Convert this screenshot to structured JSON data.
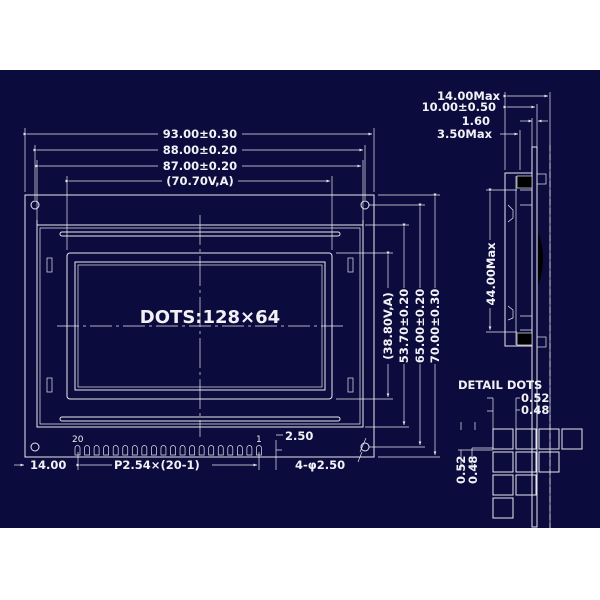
{
  "front_view": {
    "dim_width_outer": "93.00±0.30",
    "dim_hole_pitch_x": "88.00±0.20",
    "dim_bezel_width": "87.00±0.20",
    "dim_view_width": "(70.70V,A)",
    "dim_view_height": "(38.80V,A)",
    "dim_bezel_height": "53.70±0.20",
    "dim_hole_pitch_y": "65.00±0.20",
    "dim_height_outer": "70.00±0.30",
    "dots_label": "DOTS:128×64",
    "pin_first_label": "20",
    "pin_last_label": "1",
    "dim_pin_offset": "14.00",
    "dim_pin_pitch": "P2.54×(20-1)",
    "dim_pin_edge": "2.50",
    "dim_holes": "4-φ2.50"
  },
  "side_view": {
    "dim_total_thickness": "14.00Max",
    "dim_module_thickness": "10.00±0.50",
    "dim_pcb_thickness": "1.60",
    "dim_component_height": "3.50Max",
    "dim_backlight_height": "44.00Max"
  },
  "detail_dots": {
    "title": "DETAIL DOTS",
    "dot_pitch": "0.52",
    "dot_size": "0.48",
    "dot_pitch_v": "0.52",
    "dot_size_v": "0.48"
  }
}
